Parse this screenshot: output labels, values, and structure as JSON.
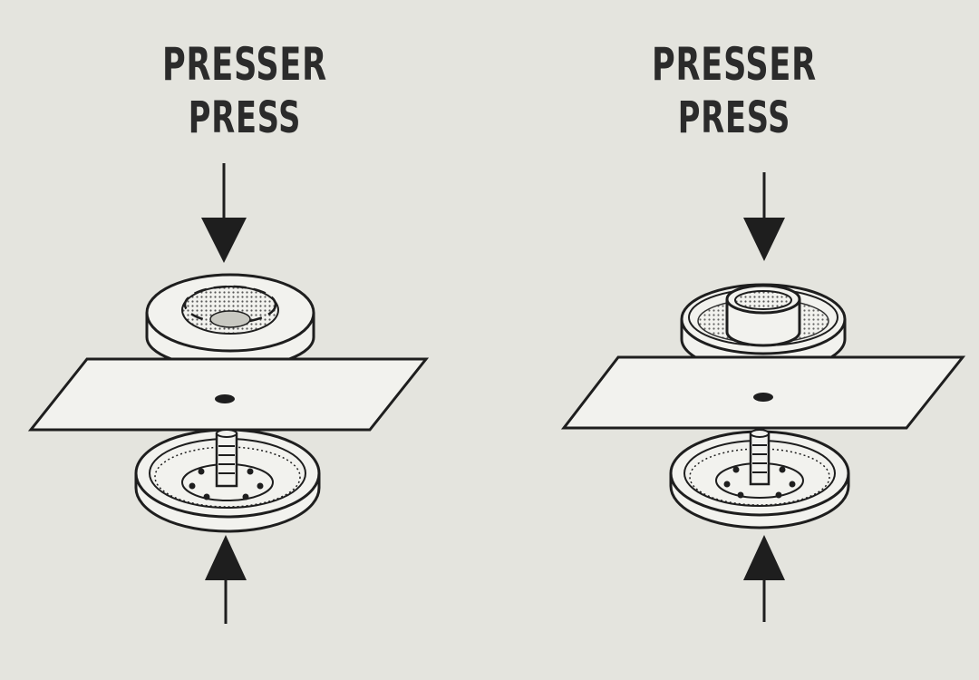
{
  "diagram": {
    "panels": [
      {
        "id": "left",
        "label_fr": "PRESSER",
        "label_en": "PRESS",
        "top_part": "socket",
        "bottom_part": "post-base"
      },
      {
        "id": "right",
        "label_fr": "PRESSER",
        "label_en": "PRESS",
        "top_part": "stud",
        "bottom_part": "post-base"
      }
    ],
    "colors": {
      "background": "#e4e4de",
      "line": "#1e1e1e",
      "fill": "#f2f2ee"
    }
  }
}
